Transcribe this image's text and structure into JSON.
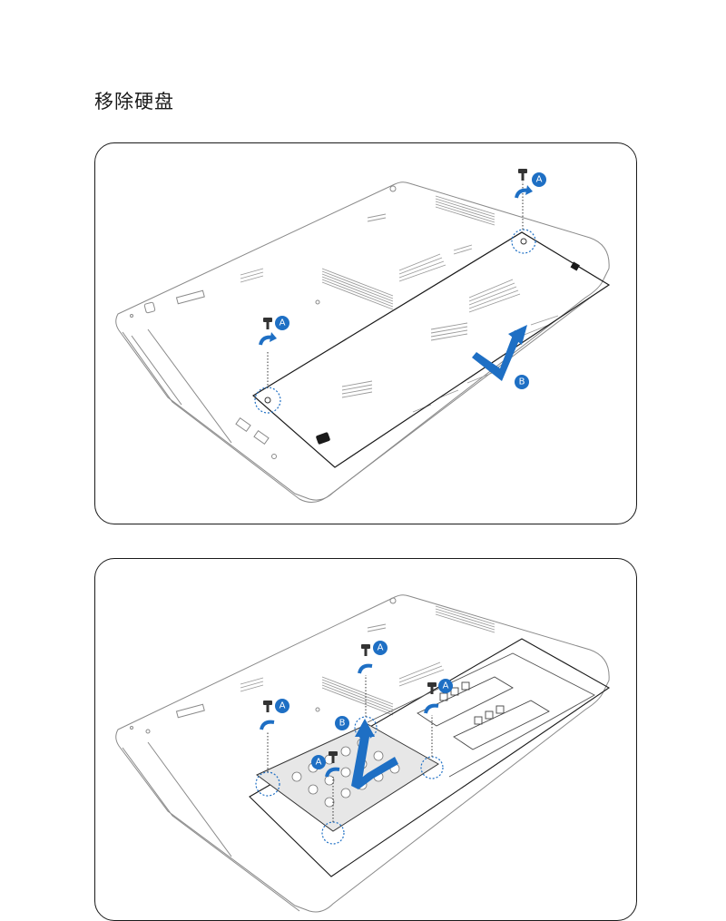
{
  "page": {
    "title": "移除硬盘"
  },
  "colors": {
    "accent": "#1e6fc4",
    "line": "#7a7a7a",
    "outline": "#1a1a1a"
  },
  "step1": {
    "markers": [
      {
        "label": "A"
      },
      {
        "label": "A"
      },
      {
        "label": "B"
      }
    ]
  },
  "step2": {
    "markers": [
      {
        "label": "A"
      },
      {
        "label": "A"
      },
      {
        "label": "A"
      },
      {
        "label": "A"
      },
      {
        "label": "B"
      }
    ]
  },
  "icons": [
    "screw-icon",
    "rotate-arrow-icon",
    "slide-arrow-icon",
    "lift-arrow-icon"
  ]
}
